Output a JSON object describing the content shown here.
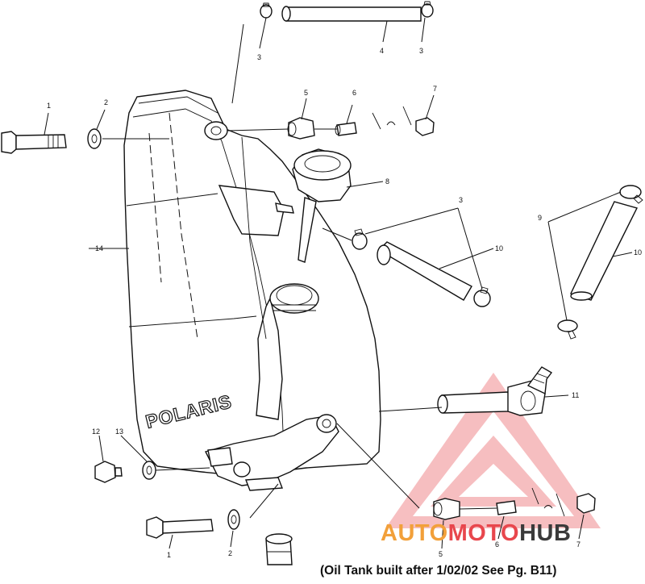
{
  "callouts": {
    "c1a": "1",
    "c1b": "1",
    "c2a": "2",
    "c2b": "2",
    "c3a": "3",
    "c3b": "3",
    "c3c": "3",
    "c4": "4",
    "c5a": "5",
    "c5b": "5",
    "c6a": "6",
    "c6b": "6",
    "c7a": "7",
    "c7b": "7",
    "c8": "8",
    "c9": "9",
    "c10a": "10",
    "c10b": "10",
    "c11": "11",
    "c12": "12",
    "c13": "13",
    "c14": "14"
  },
  "tank_brand": "POLARIS",
  "caption": "(Oil Tank built after 1/02/02 See Pg. B11)",
  "watermark": {
    "part1": "AUTO",
    "part2": "MOTO",
    "part3": "HUB",
    "color_orange": "#f2a03a",
    "color_red": "#e8474d",
    "color_dark": "#3a3a3a"
  }
}
